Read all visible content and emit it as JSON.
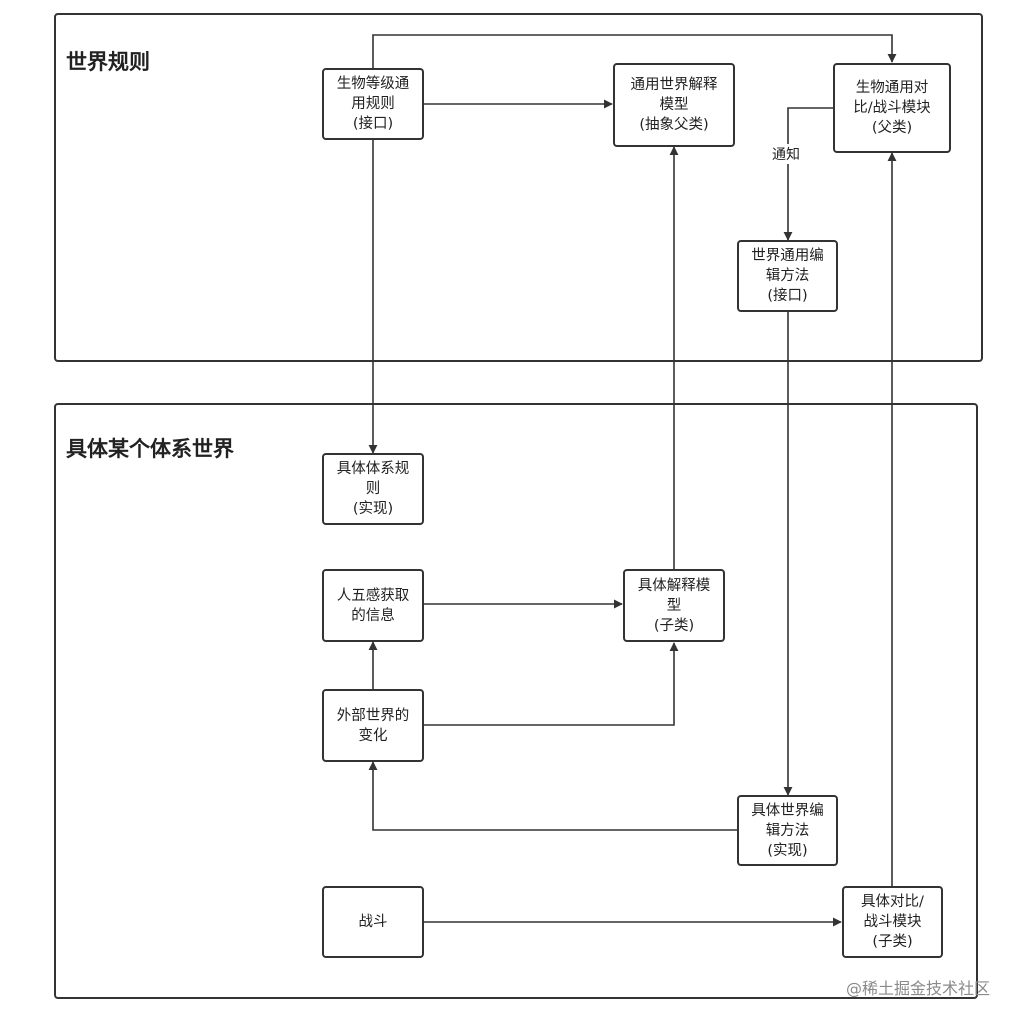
{
  "regions": {
    "world_rules": {
      "title": "世界规则"
    },
    "concrete_world": {
      "title": "具体某个体系世界"
    }
  },
  "nodes": {
    "creature_level_rule": "生物等级通\n用规则\n(接口)",
    "general_interpret_model": "通用世界解释\n模型\n(抽象父类)",
    "creature_compare_module": "生物通用对\n比/战斗模块\n(父类)",
    "world_edit_method": "世界通用编\n辑方法\n(接口)",
    "concrete_rule": "具体体系规\n则\n(实现)",
    "five_senses": "人五感获取\n的信息",
    "concrete_interpret_model": "具体解释模\n型\n(子类)",
    "external_change": "外部世界的\n变化",
    "concrete_edit_method": "具体世界编\n辑方法\n(实现)",
    "battle": "战斗",
    "concrete_compare_module": "具体对比/\n战斗模块\n(子类)"
  },
  "edges": {
    "notify_label": "通知"
  },
  "watermark": "@稀土掘金技术社区"
}
